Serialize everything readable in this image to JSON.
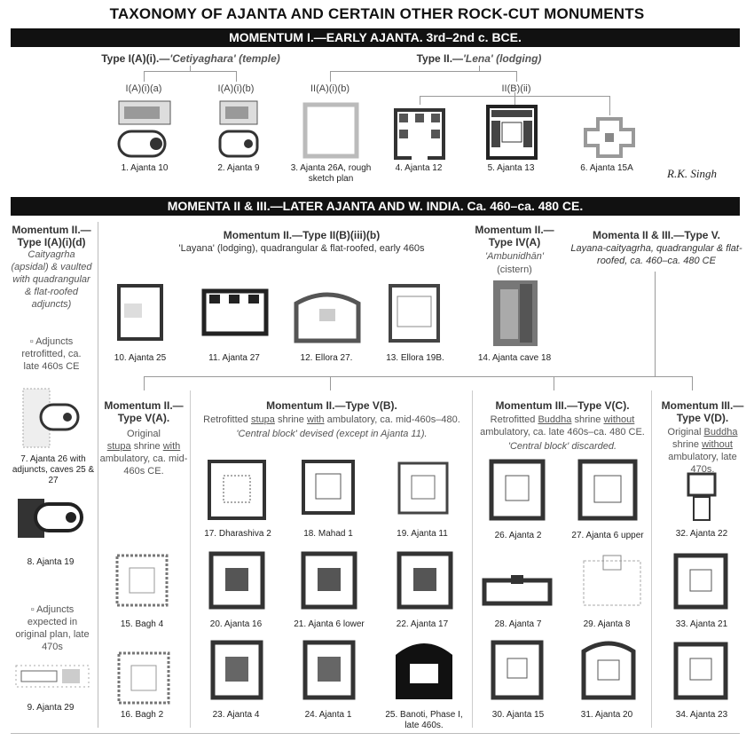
{
  "title": "TAXONOMY OF AJANTA AND CERTAIN OTHER ROCK-CUT MONUMENTS",
  "band1": "MOMENTUM I.—EARLY AJANTA. 3rd–2nd c. BCE.",
  "band2": "MOMENTA II & III.—LATER AJANTA AND W. INDIA. Ca. 460–ca. 480 CE.",
  "signature": "R.K. Singh",
  "momentum1": {
    "type1_prefix": "Type I(A)(i).—",
    "type1_name": "'Cetiyaghara' (temple)",
    "type2_prefix": "Type II.—",
    "type2_name": "'Lena' (lodging)",
    "sub": [
      "I(A)(i)(a)",
      "I(A)(i)(b)",
      "II(A)(i)(b)",
      "II(B)(ii)"
    ],
    "items": [
      "1. Ajanta 10",
      "2. Ajanta 9",
      "3. Ajanta 26A, rough sketch plan",
      "4. Ajanta 12",
      "5. Ajanta 13",
      "6. Ajanta 15A"
    ]
  },
  "left_col": {
    "head1": "Momentum II.—",
    "head2": "Type I(A)(i)(d)",
    "desc": "Caityagrha (apsidal) & vaulted with quadrangular & flat-roofed adjuncts)",
    "note1": "▫ Adjuncts retrofitted, ca. late 460s CE",
    "item7": "7. Ajanta 26 with adjuncts, caves 25 & 27",
    "item8": "8. Ajanta 19",
    "note2": "▫ Adjuncts expected in original plan, late 470s",
    "item9": "9. Ajanta 29"
  },
  "typeIIB": {
    "head": "Momentum II.—Type II(B)(iii)(b)",
    "desc": "'Layana' (lodging), quadrangular & flat-roofed, early 460s",
    "items": [
      "10. Ajanta 25",
      "11. Ajanta 27",
      "12. Ellora 27.",
      "13. Ellora 19B."
    ]
  },
  "typeIV": {
    "head1": "Momentum II.—",
    "head2": "Type IV(A)",
    "desc1": "'Ambunidhān'",
    "desc2": "(cistern)",
    "item": "14. Ajanta cave 18"
  },
  "typeV": {
    "head": "Momenta II & III.—Type V.",
    "desc": "Layana-caityagrha, quadrangular & flat-roofed, ca. 460–ca. 480 CE"
  },
  "typeVA": {
    "head1": "Momentum II.—",
    "head2": "Type V(A).",
    "desc_a": "Original",
    "desc_b": "stupa",
    "desc_c": "shrine",
    "desc_d": "with",
    "desc_e": "ambulatory, ca. mid-460s CE.",
    "items": [
      "15. Bagh 4",
      "16. Bagh 2"
    ]
  },
  "typeVB": {
    "head": "Momentum II.—Type V(B).",
    "desc_a": "Retrofitted",
    "desc_b": "stupa",
    "desc_c": "shrine",
    "desc_d": "with",
    "desc_e": "ambulatory, ca. mid-460s–480.",
    "desc2": "'Central block' devised (except in Ajanta 11).",
    "items": [
      "17. Dharashiva 2",
      "18. Mahad 1",
      "19. Ajanta 11",
      "20. Ajanta 16",
      "21. Ajanta 6 lower",
      "22. Ajanta 17",
      "23. Ajanta 4",
      "24. Ajanta 1",
      "25. Banoti, Phase I, late 460s."
    ]
  },
  "typeVC": {
    "head": "Momentum III.—Type V(C).",
    "desc_a": "Retrofitted",
    "desc_b": "Buddha",
    "desc_c": "shrine",
    "desc_d": "without",
    "desc_e": "ambulatory, ca. late 460s–ca. 480 CE.",
    "desc2": "'Central block' discarded.",
    "items": [
      "26. Ajanta 2",
      "27. Ajanta 6 upper",
      "28. Ajanta 7",
      "29. Ajanta 8",
      "30. Ajanta 15",
      "31. Ajanta 20"
    ]
  },
  "typeVD": {
    "head1": "Momentum III.—",
    "head2": "Type V(D).",
    "desc_a": "Original",
    "desc_b": "Buddha",
    "desc_c": "shrine",
    "desc_d": "without",
    "desc_e": "ambulatory, late 470s.",
    "items": [
      "32. Ajanta 22",
      "33. Ajanta 21",
      "34. Ajanta 23"
    ]
  }
}
